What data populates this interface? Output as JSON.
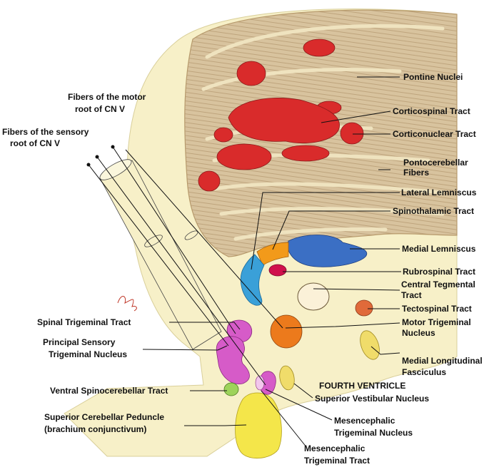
{
  "labels": {
    "pontine_nuclei": "Pontine Nuclei",
    "corticospinal": "Corticospinal Tract",
    "corticonuclear": "Corticonuclear Tract",
    "pontocerebellar_1": "Pontocerebellar",
    "pontocerebellar_2": "Fibers",
    "lateral_lemniscus": "Lateral Lemniscus",
    "spinothalamic": "Spinothalamic Tract",
    "medial_lemniscus": "Medial Lemniscus",
    "rubrospinal": "Rubrospinal Tract",
    "central_tegmental_1": "Central Tegmental",
    "central_tegmental_2": "Tract",
    "tectospinal": "Tectospinal Tract",
    "motor_trigeminal_1": "Motor Trigeminal",
    "motor_trigeminal_2": "Nucleus",
    "mlf_1": "Medial Longitudinal",
    "mlf_2": "Fasciculus",
    "fourth_ventricle": "FOURTH VENTRICLE",
    "superior_vestibular": "Superior Vestibular Nucleus",
    "mes_nucleus_1": "Mesencephalic",
    "mes_nucleus_2": "Trigeminal Nucleus",
    "mes_tract_1": "Mesencephalic",
    "mes_tract_2": "Trigeminal Tract",
    "motor_root_1": "Fibers of the motor",
    "motor_root_2": "root of CN V",
    "sensory_root_1": "Fibers of the sensory",
    "sensory_root_2": "root of CN V",
    "spinal_trigeminal": "Spinal Trigeminal Tract",
    "principal_sensory_1": "Principal Sensory",
    "principal_sensory_2": "Trigeminal Nucleus",
    "ventral_spinocerebellar": "Ventral Spinocerebellar Tract",
    "scp_1": "Superior Cerebellar Peduncle",
    "scp_2": "(brachium conjunctivum)"
  },
  "colors": {
    "background_tissue": "#f7f0c8",
    "basilar_pons": "#d9c4a0",
    "corticospinal": "#d92b2b",
    "medial_lemniscus": "#3b6fc4",
    "lateral_lemniscus": "#3aa0d8",
    "spinothalamic": "#f29a1a",
    "rubrospinal": "#d0104c",
    "motor_trigeminal": "#ec7a1c",
    "tectospinal": "#e06a3a",
    "trigeminal_nuclei": "#d65bc8",
    "ventral_spinocerebellar": "#9ed35a",
    "vestibular_mlf": "#f0dc6a",
    "scp": "#f4e64a"
  }
}
